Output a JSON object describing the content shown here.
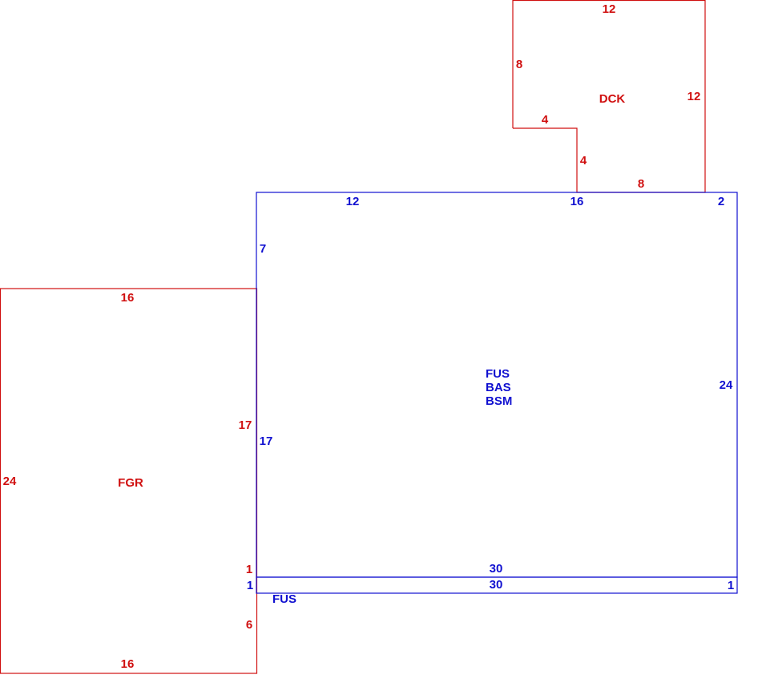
{
  "colors": {
    "garage_deck": "#d01010",
    "main_house": "#1010d0"
  },
  "deck": {
    "label": "DCK",
    "dims": {
      "top": "12",
      "left": "8",
      "right": "12",
      "notch_horizontal": "4",
      "notch_vertical": "4",
      "bottom": "8"
    }
  },
  "main": {
    "labels": [
      "FUS",
      "BAS",
      "BSM"
    ],
    "dims": {
      "top_left": "12",
      "top_mid": "16",
      "top_right": "2",
      "left_upper": "7",
      "left_lower": "17",
      "right": "24",
      "bottom": "30"
    }
  },
  "strip": {
    "label": "FUS",
    "dims": {
      "top": "30",
      "left": "1",
      "right": "1"
    }
  },
  "garage": {
    "label": "FGR",
    "dims": {
      "top": "16",
      "left": "24",
      "right_upper": "17",
      "right_mid": "1",
      "right_lower": "6",
      "bottom": "16"
    }
  }
}
